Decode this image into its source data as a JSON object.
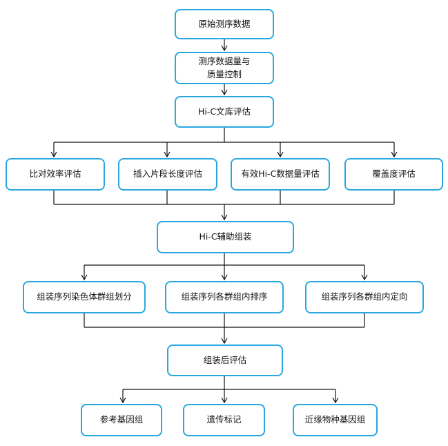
{
  "colors": {
    "box_border": "#29a8e0",
    "line": "#111111",
    "text": "#111111"
  },
  "nodes": {
    "raw_data": "原始测序数据",
    "qc": "测序数据量与\n质量控制",
    "library_eval": "Hi-C文库评估",
    "alignment": "比对效率评估",
    "insert_size": "插入片段长度评估",
    "valid_data": "有效Hi-C数据量评估",
    "coverage": "覆盖度评估",
    "assembly": "Hi-C辅助组装",
    "chromosome_grouping": "组装序列染色体群组划分",
    "group_ordering": "组装序列各群组内排序",
    "group_orientation": "组装序列各群组内定向",
    "post_eval": "组装后评估",
    "reference_genome": "参考基因组",
    "genetic_marker": "遗传标记",
    "related_species": "近缘物种基因组"
  }
}
